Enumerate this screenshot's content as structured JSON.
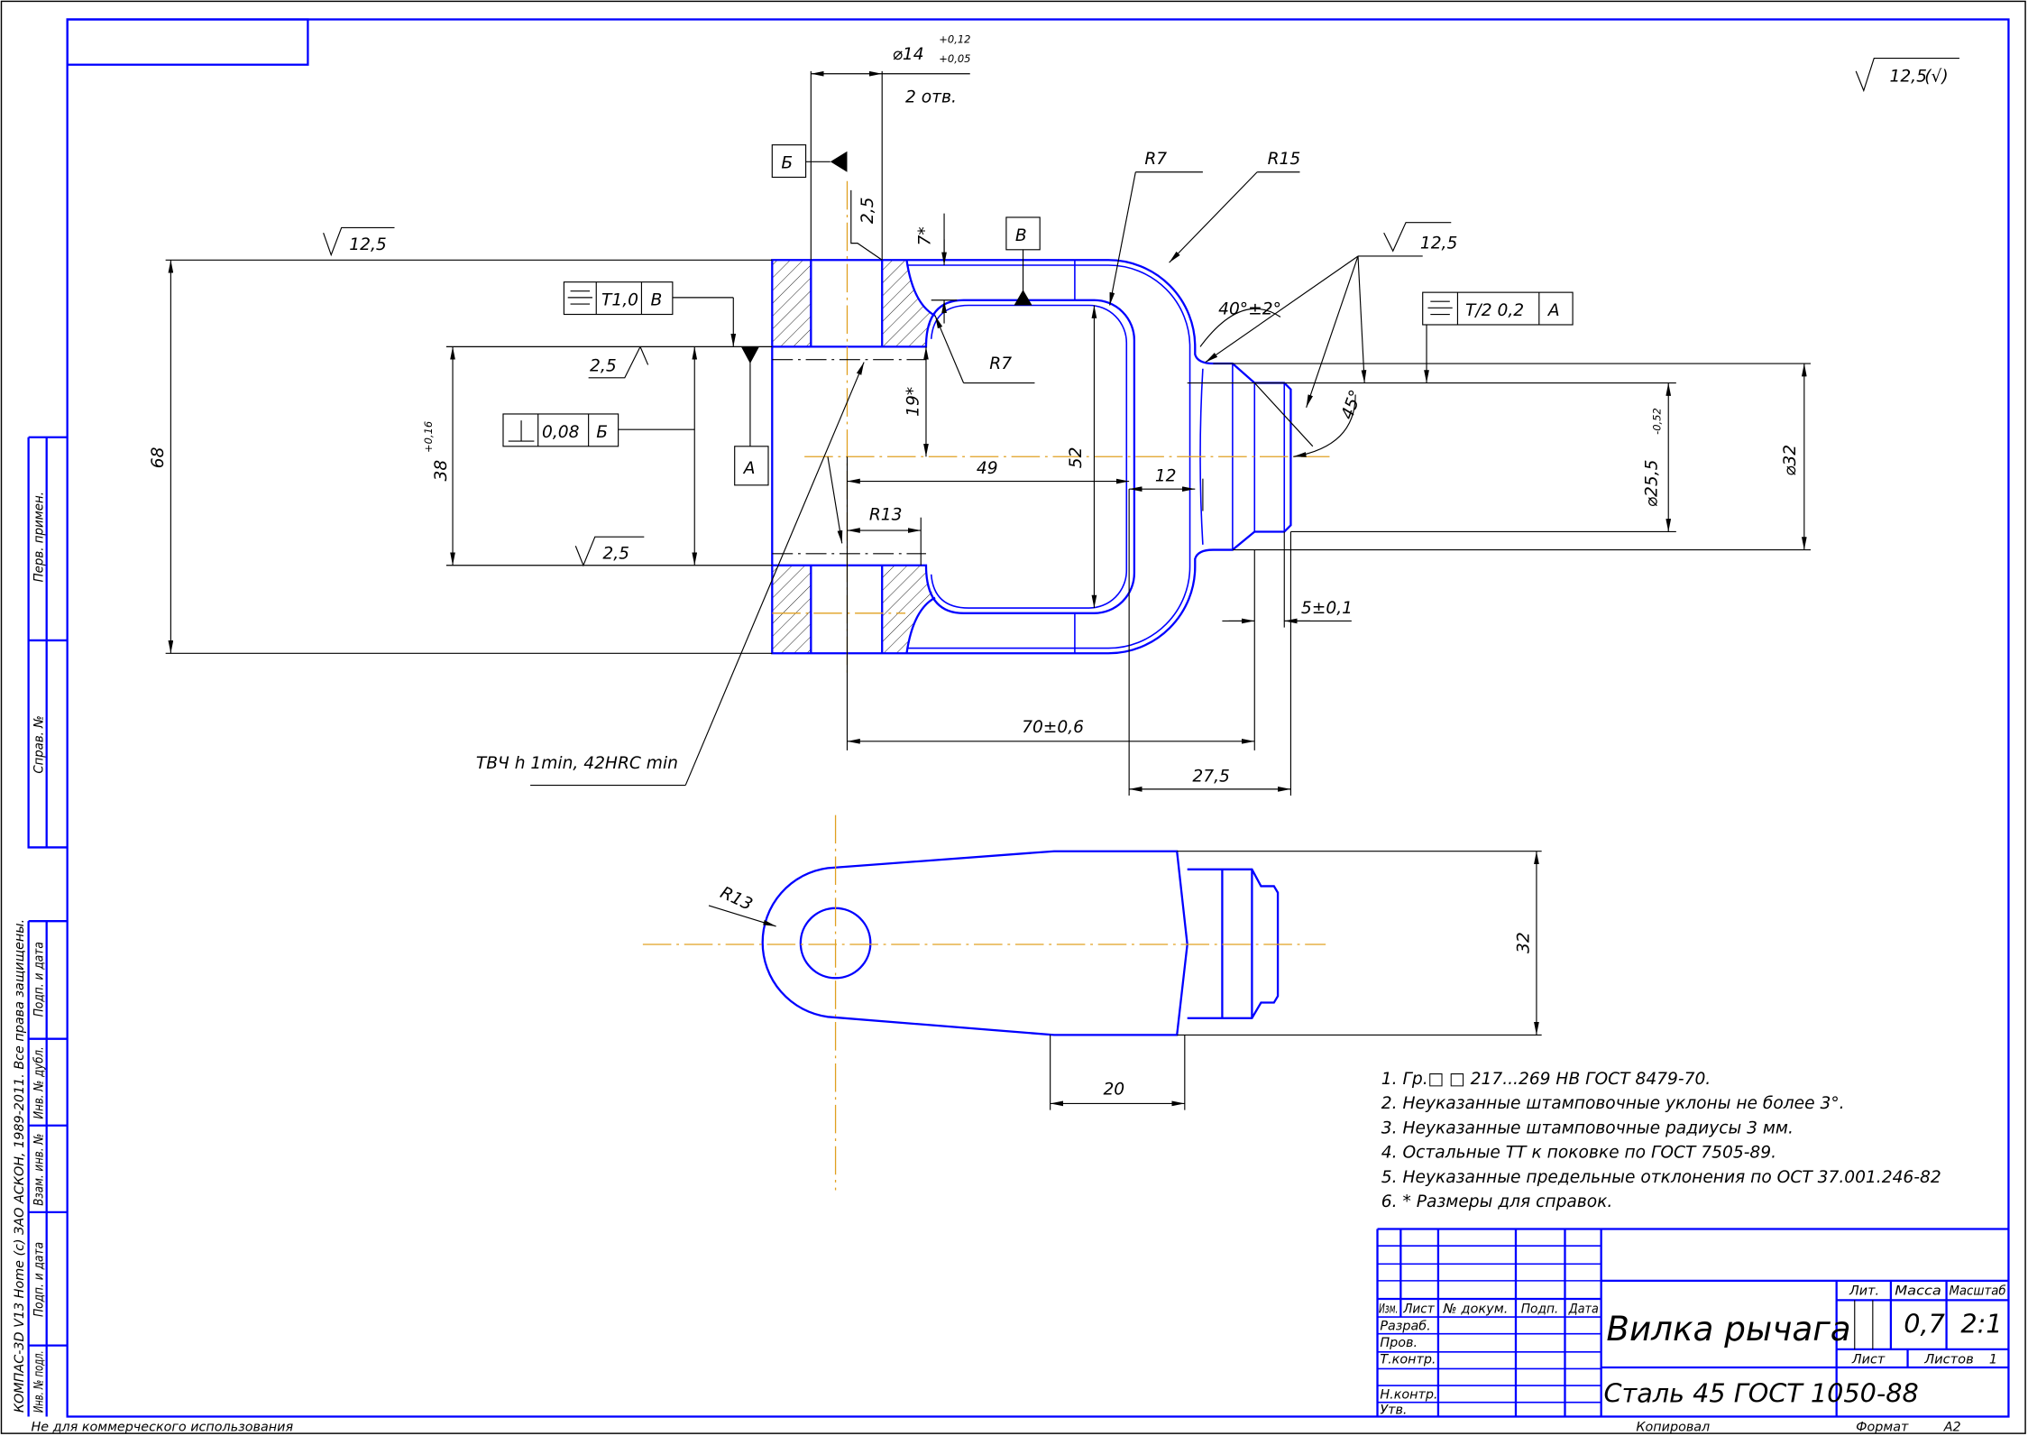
{
  "colors": {
    "outline": "#0000ff",
    "centerline": "#e0a020",
    "dimension": "#000000"
  },
  "sheet": {
    "roughness_general": "12,5",
    "roughness_general_suffix": "(√)"
  },
  "main_view": {
    "dim_overall_height": "68",
    "dim_slot": "38",
    "dim_slot_tol": "+0,16",
    "hole_dia": "⌀14",
    "hole_tol_upper": "+0,12",
    "hole_tol_lower": "+0,05",
    "hole_count": "2 отв.",
    "roughness_top": "12,5",
    "roughness_slot_top": "2,5",
    "roughness_slot_bottom": "2,5",
    "roughness_hole": "2,5",
    "roughness_shank": "12,5",
    "datum_b": "Б",
    "datum_v": "В",
    "datum_a": "А",
    "tol_symmetry_1": {
      "value": "T1,0",
      "datum": "В"
    },
    "tol_perpendicular": {
      "value": "0,08",
      "datum": "Б"
    },
    "tol_symmetry_2": {
      "value": "T/2 0,2",
      "datum": "А"
    },
    "dim_7": "7*",
    "dim_19": "19*",
    "r7_top": "R7",
    "r15": "R15",
    "r7_lower": "R7",
    "r13": "R13",
    "dim_49": "49",
    "dim_52": "52",
    "dim_12": "12",
    "dim_70": "70±0,6",
    "dim_27_5": "27,5",
    "dim_5": "5±0,1",
    "dim_d25": "⌀25,5",
    "dim_d25_tol": "-0,52",
    "dim_d32": "⌀32",
    "angle_40": "40°±2°",
    "angle_45": "45°",
    "heat_treat": "ТВЧ h 1min, 42HRC min"
  },
  "bottom_view": {
    "r13": "R13",
    "dim_32": "32",
    "dim_20": "20"
  },
  "notes": [
    "1. Гр.□ □  217...269 НВ ГОСТ 8479-70.",
    "2. Неуказанные штамповочные уклоны не более 3°.",
    "3. Неуказанные штамповочные радиусы 3 мм.",
    "4. Остальные ТТ к поковке по ГОСТ 7505-89.",
    "5. Неуказанные предельные отклонения по ОСТ 37.001.246-82",
    "6.  * Размеры для справок."
  ],
  "title_block": {
    "headers": [
      "Изм.",
      "Лист",
      "№ докум.",
      "Подп.",
      "Дата"
    ],
    "roles": [
      "Разраб.",
      "Пров.",
      "Т.контр.",
      "",
      "Н.контр.",
      "Утв."
    ],
    "name": "Вилка рычага",
    "material": "Сталь 45 ГОСТ 1050-88",
    "lit_label": "Лит.",
    "mass_label": "Масса",
    "scale_label": "Масштаб",
    "mass": "0,7",
    "scale": "2:1",
    "sheet_label": "Лист",
    "sheets_label": "Листов",
    "sheets": "1"
  },
  "side_strip": [
    "Перв. примен.",
    "Справ. №",
    "Подп. и дата",
    "Инв. № дубл.",
    "Взам. инв. №",
    "Подп. и дата",
    "Инв. № подл."
  ],
  "footer": {
    "left": "Не для коммерческого использования",
    "copied": "Копировал",
    "format_label": "Формат",
    "format": "A2"
  },
  "copyright": "КОМПАС-3D V13 Home (c) ЗАО АСКОН, 1989-2011. Все права защищены."
}
